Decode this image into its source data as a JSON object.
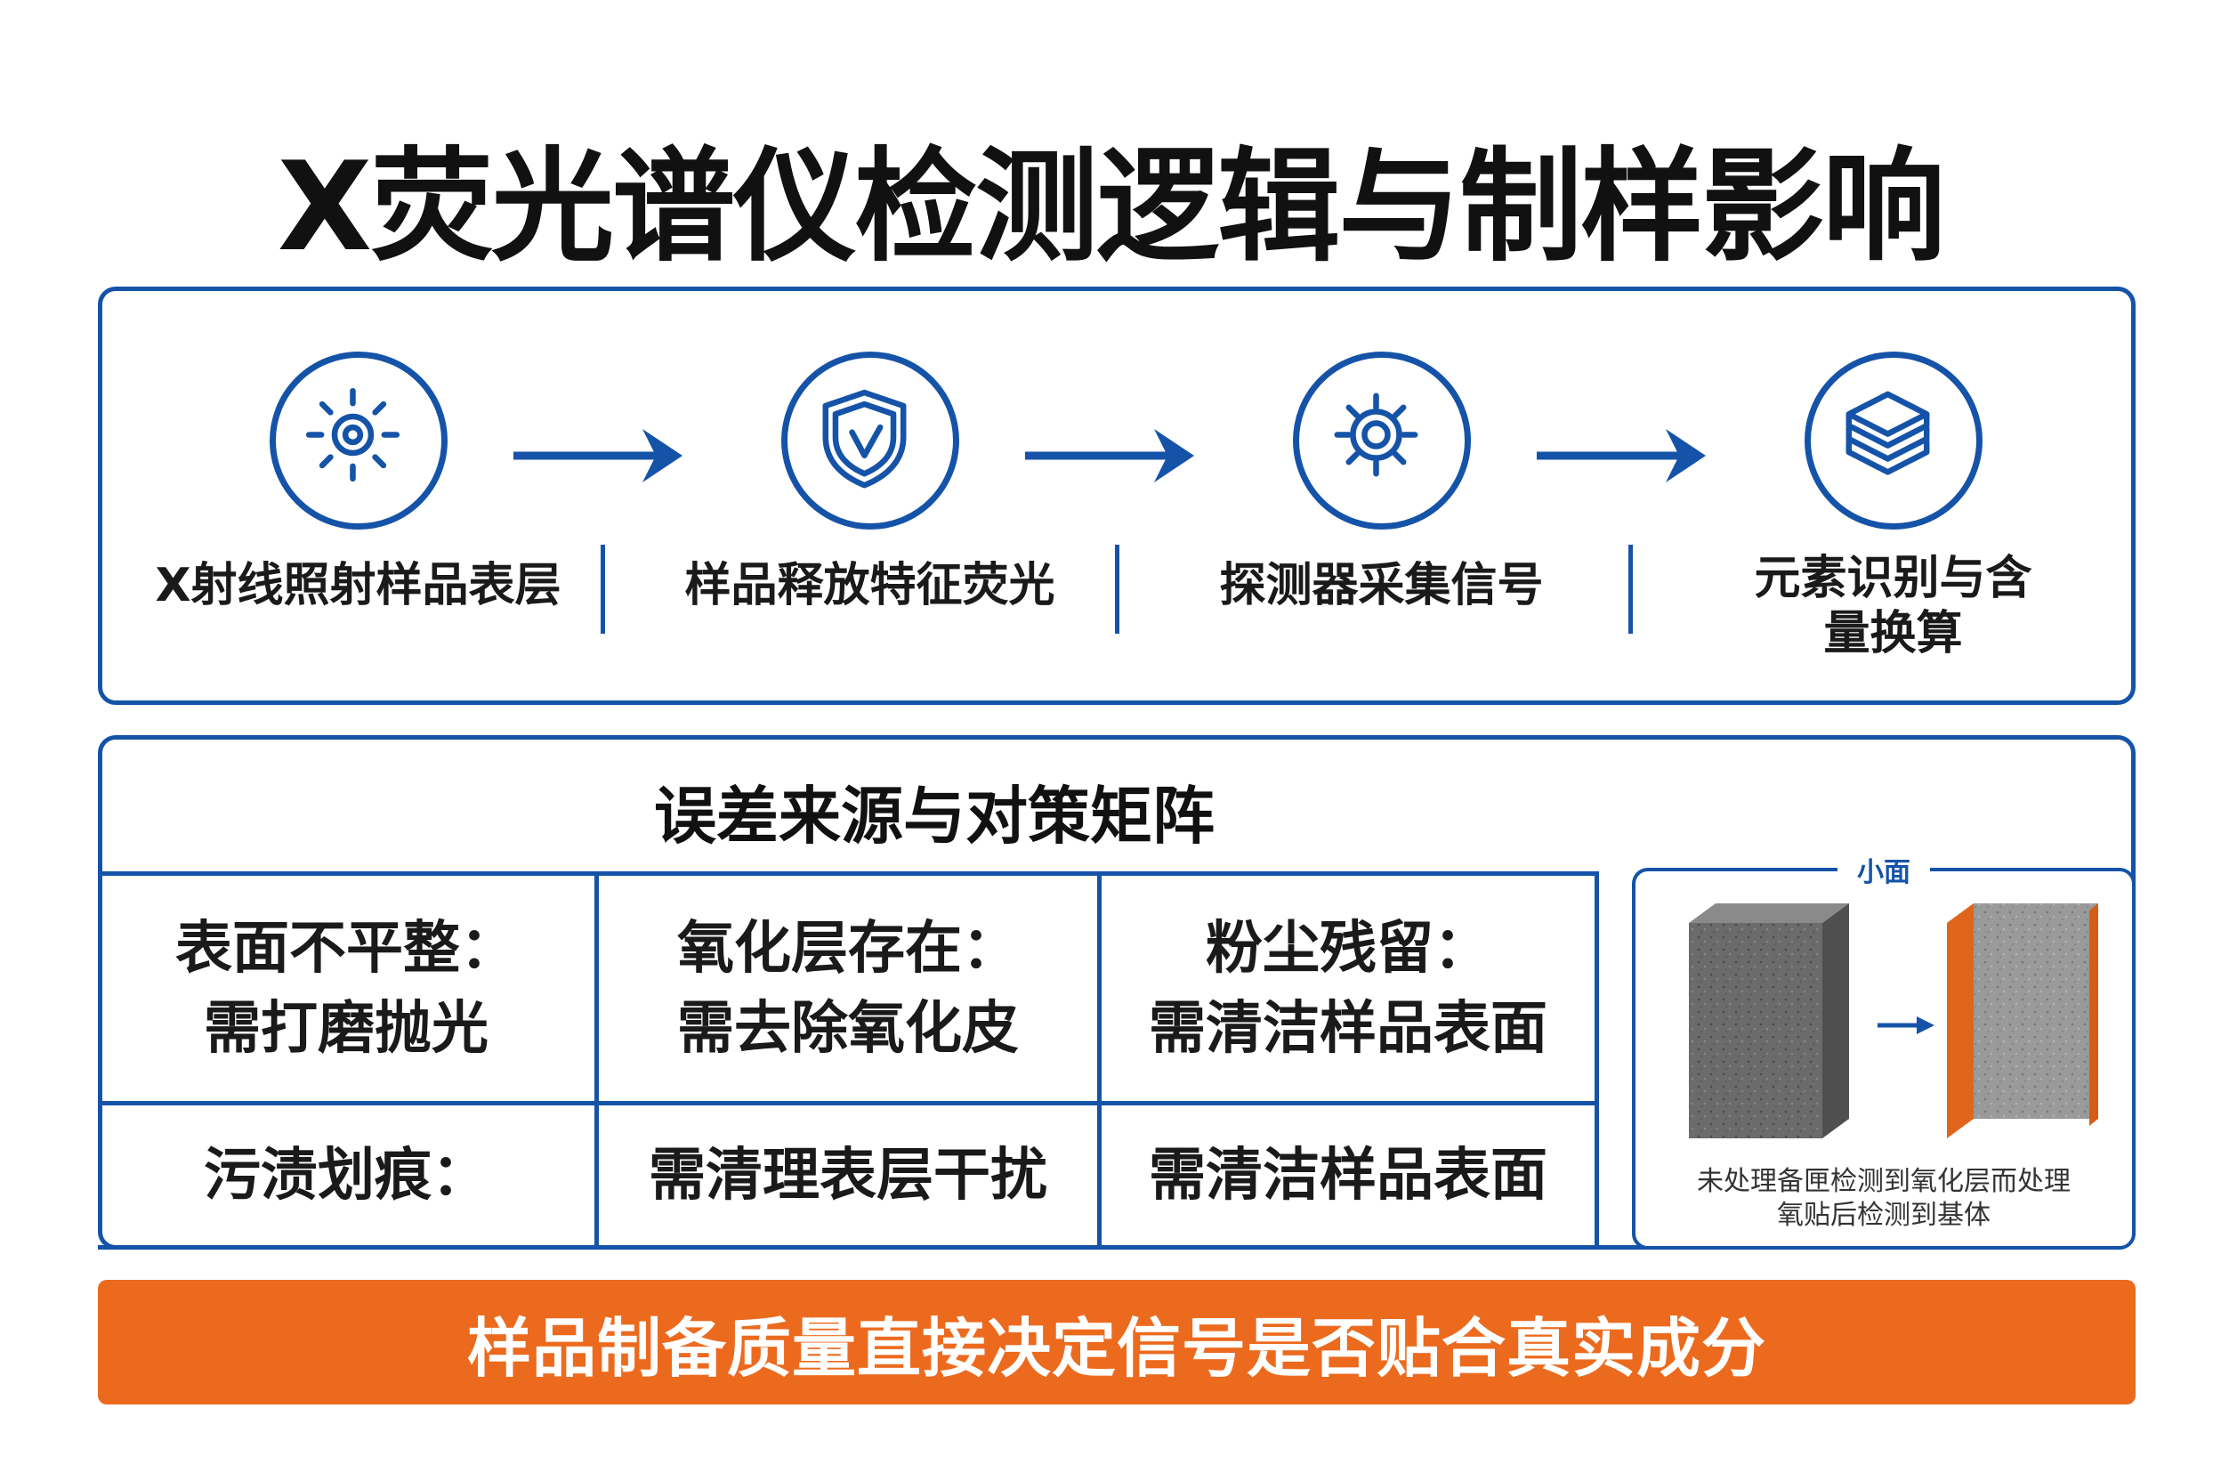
{
  "title": "X荧光谱仪检测逻辑与制样影响",
  "colors": {
    "primary": "#1553a8",
    "accent": "#ec6a1e",
    "text": "#1a1a1a"
  },
  "flow": {
    "steps": [
      {
        "icon": "sun-icon",
        "label": "X射线照射样品表层"
      },
      {
        "icon": "shield-icon",
        "label": "样品释放特征荧光"
      },
      {
        "icon": "gear-icon",
        "label": "探测器采集信号"
      },
      {
        "icon": "layers-icon",
        "label_line1": "元素识别与含",
        "label_line2": "量换算"
      }
    ]
  },
  "matrix": {
    "title": "误差来源与对策矩阵",
    "row1": [
      {
        "line1": "表面不平整：",
        "line2": "需打磨抛光"
      },
      {
        "line1": "氧化层存在：",
        "line2": "需去除氧化皮"
      },
      {
        "line1": "粉尘残留：",
        "line2": "需清洁样品表面"
      }
    ],
    "row2": [
      "污渍划痕：",
      "需清理表层干扰",
      "需清洁样品表面"
    ]
  },
  "illustration": {
    "tag": "小面",
    "caption_line1": "未处理备匣检测到氧化层而处理",
    "caption_line2": "氧贴后检测到基体"
  },
  "banner": "样品制备质量直接决定信号是否贴合真实成分"
}
